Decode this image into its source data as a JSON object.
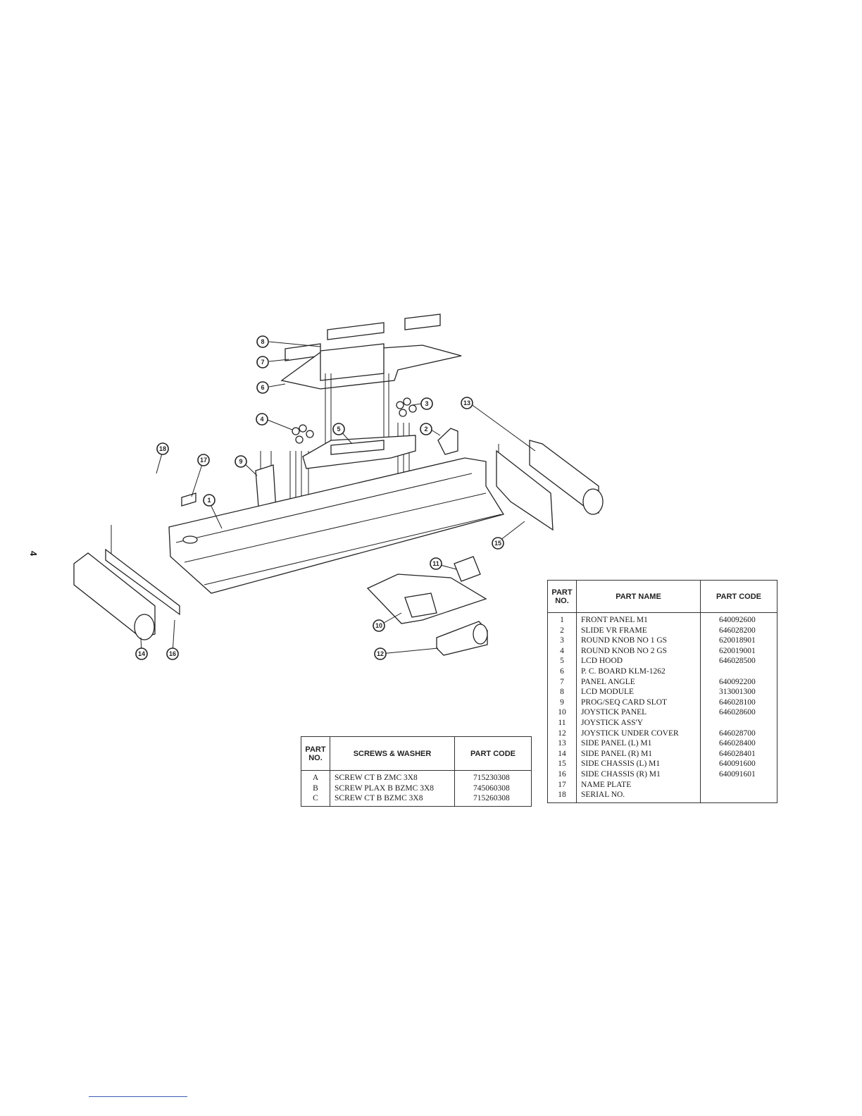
{
  "page_number": "4",
  "parts_table": {
    "headers": {
      "no": "PART NO.",
      "name": "PART NAME",
      "code": "PART CODE"
    },
    "rows": [
      {
        "no": "1",
        "name": "FRONT PANEL M1",
        "code": "640092600"
      },
      {
        "no": "2",
        "name": "SLIDE VR FRAME",
        "code": "646028200"
      },
      {
        "no": "3",
        "name": "ROUND KNOB NO 1 GS",
        "code": "620018901"
      },
      {
        "no": "4",
        "name": "ROUND KNOB NO 2 GS",
        "code": "620019001"
      },
      {
        "no": "5",
        "name": "LCD HOOD",
        "code": "646028500"
      },
      {
        "no": "6",
        "name": "P. C. BOARD KLM-1262",
        "code": ""
      },
      {
        "no": "7",
        "name": "PANEL ANGLE",
        "code": "640092200"
      },
      {
        "no": "8",
        "name": "LCD MODULE",
        "code": "313001300"
      },
      {
        "no": "9",
        "name": "PROG/SEQ CARD SLOT",
        "code": "646028100"
      },
      {
        "no": "10",
        "name": "JOYSTICK PANEL",
        "code": "646028600"
      },
      {
        "no": "11",
        "name": "JOYSTICK ASS'Y",
        "code": ""
      },
      {
        "no": "12",
        "name": "JOYSTICK UNDER COVER",
        "code": "646028700"
      },
      {
        "no": "13",
        "name": "SIDE PANEL (L) M1",
        "code": "646028400"
      },
      {
        "no": "14",
        "name": "SIDE PANEL (R) M1",
        "code": "646028401"
      },
      {
        "no": "15",
        "name": "SIDE CHASSIS (L) M1",
        "code": "640091600"
      },
      {
        "no": "16",
        "name": "SIDE CHASSIS (R) M1",
        "code": "640091601"
      },
      {
        "no": "17",
        "name": "NAME PLATE",
        "code": ""
      },
      {
        "no": "18",
        "name": "SERIAL NO.",
        "code": ""
      }
    ]
  },
  "screws_table": {
    "headers": {
      "no": "PART NO.",
      "name": "SCREWS & WASHER",
      "code": "PART CODE"
    },
    "rows": [
      {
        "no": "A",
        "name": "SCREW CT B ZMC 3X8",
        "code": "715230308"
      },
      {
        "no": "B",
        "name": "SCREW PLAX B BZMC 3X8",
        "code": "745060308"
      },
      {
        "no": "C",
        "name": "SCREW CT B BZMC 3X8",
        "code": "715260308"
      }
    ]
  },
  "callouts": [
    "1",
    "2",
    "3",
    "4",
    "5",
    "6",
    "7",
    "8",
    "9",
    "10",
    "11",
    "12",
    "13",
    "14",
    "15",
    "16",
    "17",
    "18"
  ]
}
